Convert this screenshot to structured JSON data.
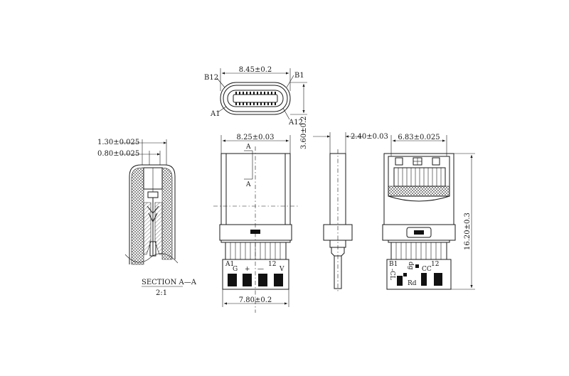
{
  "top_view": {
    "width_dim": "8.45±0.2",
    "height_dim": "3.60±0.2",
    "label_b12": "B12",
    "label_b1": "B1",
    "label_a1": "A1",
    "label_a12": "A12"
  },
  "section_view": {
    "dim_outer": "1.30±0.025",
    "dim_inner": "0.80±0.025",
    "title": "SECTION A—A",
    "scale": "2:1"
  },
  "front_view": {
    "width_dim": "8.25±0.03",
    "bottom_dim": "7.80±0.2",
    "section_mark": "A",
    "pad_labels": {
      "a1": "A1",
      "g": "G",
      "plus": "+",
      "minus": "—",
      "twelve": "12",
      "v": "V"
    }
  },
  "side_view": {
    "thickness_dim": "2.40±0.03"
  },
  "back_view": {
    "width_dim": "6.83±0.025",
    "height_dim": "16.20±0.3",
    "pad_labels": {
      "b1": "B1",
      "d": "dg",
      "cc": "CC",
      "twelve": "12",
      "cl": "-CL",
      "rd": "Rd"
    }
  }
}
